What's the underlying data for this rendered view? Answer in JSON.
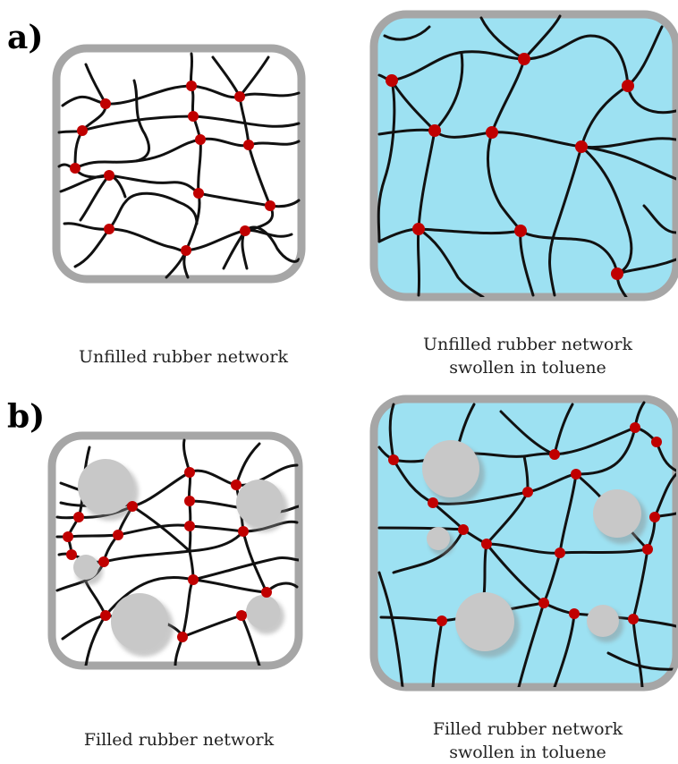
{
  "panels": [
    {
      "label": "a)",
      "diagrams": [
        {
          "caption_lines": [
            "Unfilled rubber network"
          ],
          "fill": "#ffffff"
        },
        {
          "caption_lines": [
            "Unfilled rubber network",
            "swollen in toluene"
          ],
          "fill": "#9de1f2"
        }
      ]
    },
    {
      "label": "b)",
      "diagrams": [
        {
          "caption_lines": [
            "Filled rubber network"
          ],
          "fill": "#ffffff"
        },
        {
          "caption_lines": [
            "Filled rubber network",
            "swollen in toluene"
          ],
          "fill": "#9de1f2"
        }
      ]
    }
  ],
  "colors": {
    "frame": "#a6a6a6",
    "chain": "#111111",
    "crosslink": "#c00000",
    "filler": "#c8c8c8",
    "solvent": "#9de1f2"
  }
}
